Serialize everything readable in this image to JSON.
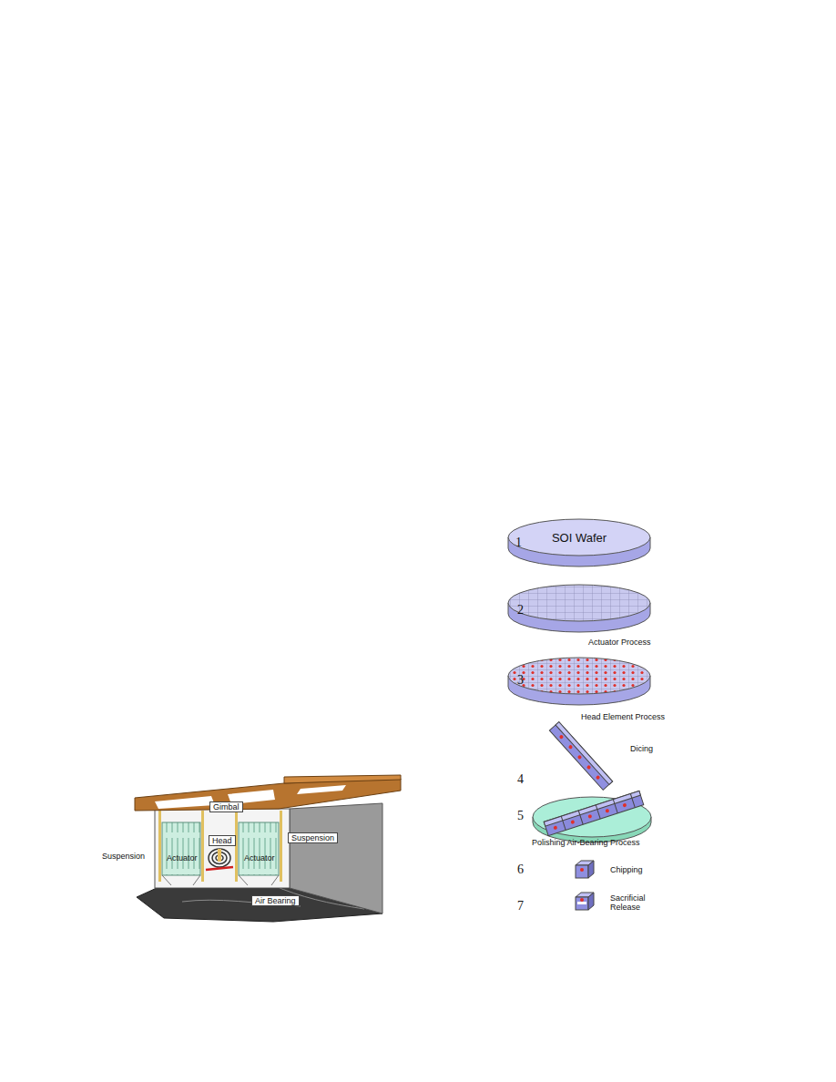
{
  "diagram": {
    "nodes": [
      {
        "text": [
          "SOI Wafer"
        ]
      }
    ],
    "labels": [
      "Gimbal",
      "Suspension",
      "Suspension",
      "Actuator",
      "Head",
      "Actuator",
      "Air Bearing",
      "1",
      "2",
      "Actuator Process",
      "3",
      "Head Element Process",
      "4",
      "Dicing",
      "5",
      "Polishing Air-Bearing Process",
      "6",
      "Chipping",
      "7",
      "Sacrificial Release"
    ]
  }
}
